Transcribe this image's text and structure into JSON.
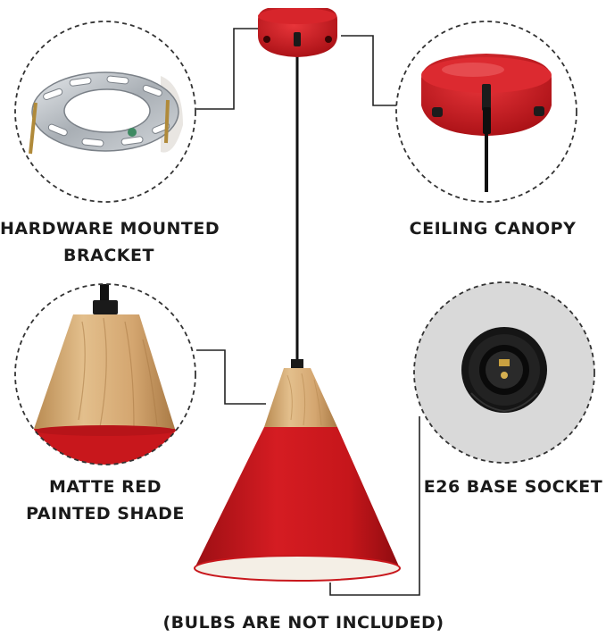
{
  "callouts": {
    "bracket": {
      "line1": "HARDWARE MOUNTED",
      "line2": "BRACKET"
    },
    "canopy": {
      "line1": "CEILING CANOPY"
    },
    "shade": {
      "line1": "MATTE RED",
      "line2": "PAINTED SHADE"
    },
    "socket": {
      "line1": "E26 BASE SOCKET"
    }
  },
  "footer_note": "(BULBS ARE NOT INCLUDED)",
  "colors": {
    "shade_red": "#c8171c",
    "wood": "#d8b07a",
    "cord": "#111111",
    "line": "#222222",
    "inner_white": "#f4efe6"
  }
}
